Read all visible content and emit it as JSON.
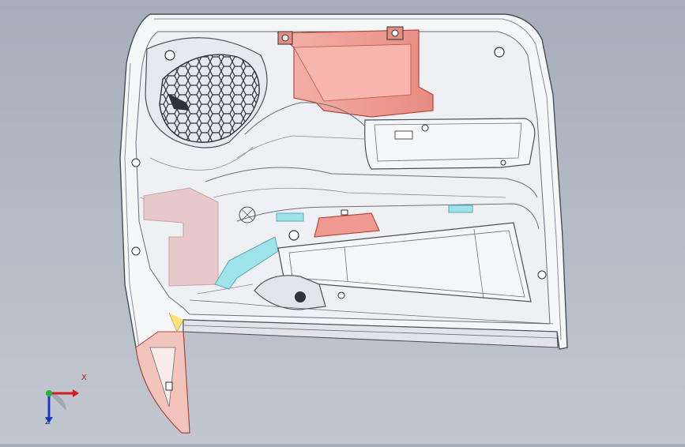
{
  "viewport": {
    "background_top": "#a6aebb",
    "background_bottom": "#c2c7cf",
    "model": "door-trim-panel"
  },
  "colors": {
    "outline": "#4a4e57",
    "panel_fill": "#f5f6f8",
    "shade_fill": "#e3e4ea",
    "red_part": "#ef9a90",
    "red_stroke": "#b8483d",
    "pink_part": "#e8c9c9",
    "cyan_part": "#9fe3ea",
    "speaker_dark": "#2f3238"
  },
  "triad": {
    "x_label": "X",
    "y_label": "Z",
    "x_color": "#d21e1e",
    "y_color": "#1e3cc8",
    "z_color": "#1db83a"
  }
}
